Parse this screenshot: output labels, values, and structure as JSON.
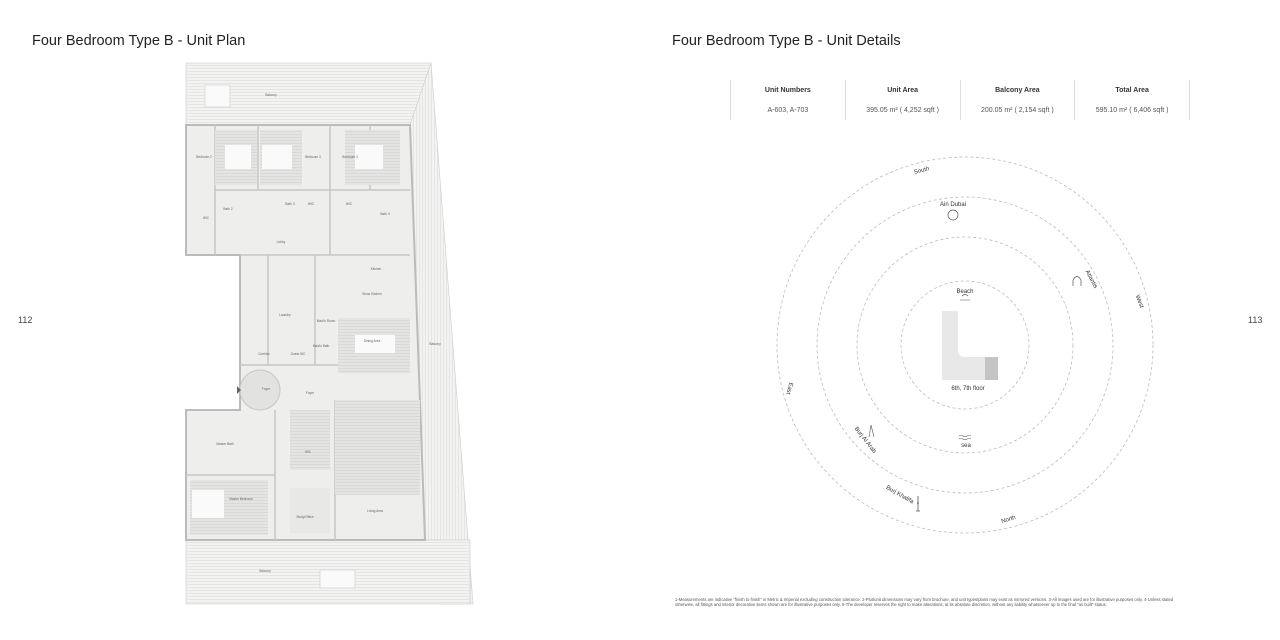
{
  "left_page": {
    "title": "Four Bedroom Type B - Unit Plan",
    "page_number": "112",
    "rooms": [
      "Balcony",
      "Bedroom 2",
      "Bedroom 3",
      "Bedroom 4",
      "Bath 2",
      "Bath 3",
      "Bath 4",
      "WIC",
      "WIC",
      "WIC",
      "Lobby",
      "Kitchen",
      "Show Kitchen",
      "Laundry",
      "Maid's Room",
      "Corridor",
      "Guest WC",
      "Maid's Bath",
      "Dining Area",
      "Balcony",
      "Foyer",
      "Foyer",
      "Master Bath",
      "WIC",
      "Master Bedroom",
      "Study/Office",
      "Living Area",
      "Balcony"
    ]
  },
  "right_page": {
    "title": "Four Bedroom Type B - Unit Details",
    "page_number": "113",
    "table": {
      "headers": [
        "Unit Numbers",
        "Unit Area",
        "Balcony Area",
        "Total Area"
      ],
      "values": [
        "A-603, A-703",
        "395.05 m² ( 4,252 sqft )",
        "200.05 m² ( 2,154 sqft )",
        "595.10 m² ( 6,406 sqft )"
      ]
    },
    "compass": {
      "south": "South",
      "west": "West",
      "east": "East",
      "north": "North",
      "ain_dubai": "Ain Dubai",
      "atlantis": "Atlantis",
      "beach": "Beach",
      "floor": "6th, 7th floor",
      "sea": "sea",
      "burj_al_arab": "Burj Al Arab",
      "burj_khalifa": "Burj Khalifa"
    },
    "footnote": "1-Measurements are indicative \"finish to finish\" in Metric & Imperial excluding construction tolerance. 2-Plot/unit dimensions may vary from brochure, and unit types/plans may exist as mirrored versions. 3-All images used are for illustrative purposes only. 4-Unless stated otherwise, all fittings and interior decorative items shown are for illustrative purposes only. 5-The developer reserves the right to make alterations, at its absolute discretion, without any liability whatsoever up to the final \"as built\" status."
  }
}
